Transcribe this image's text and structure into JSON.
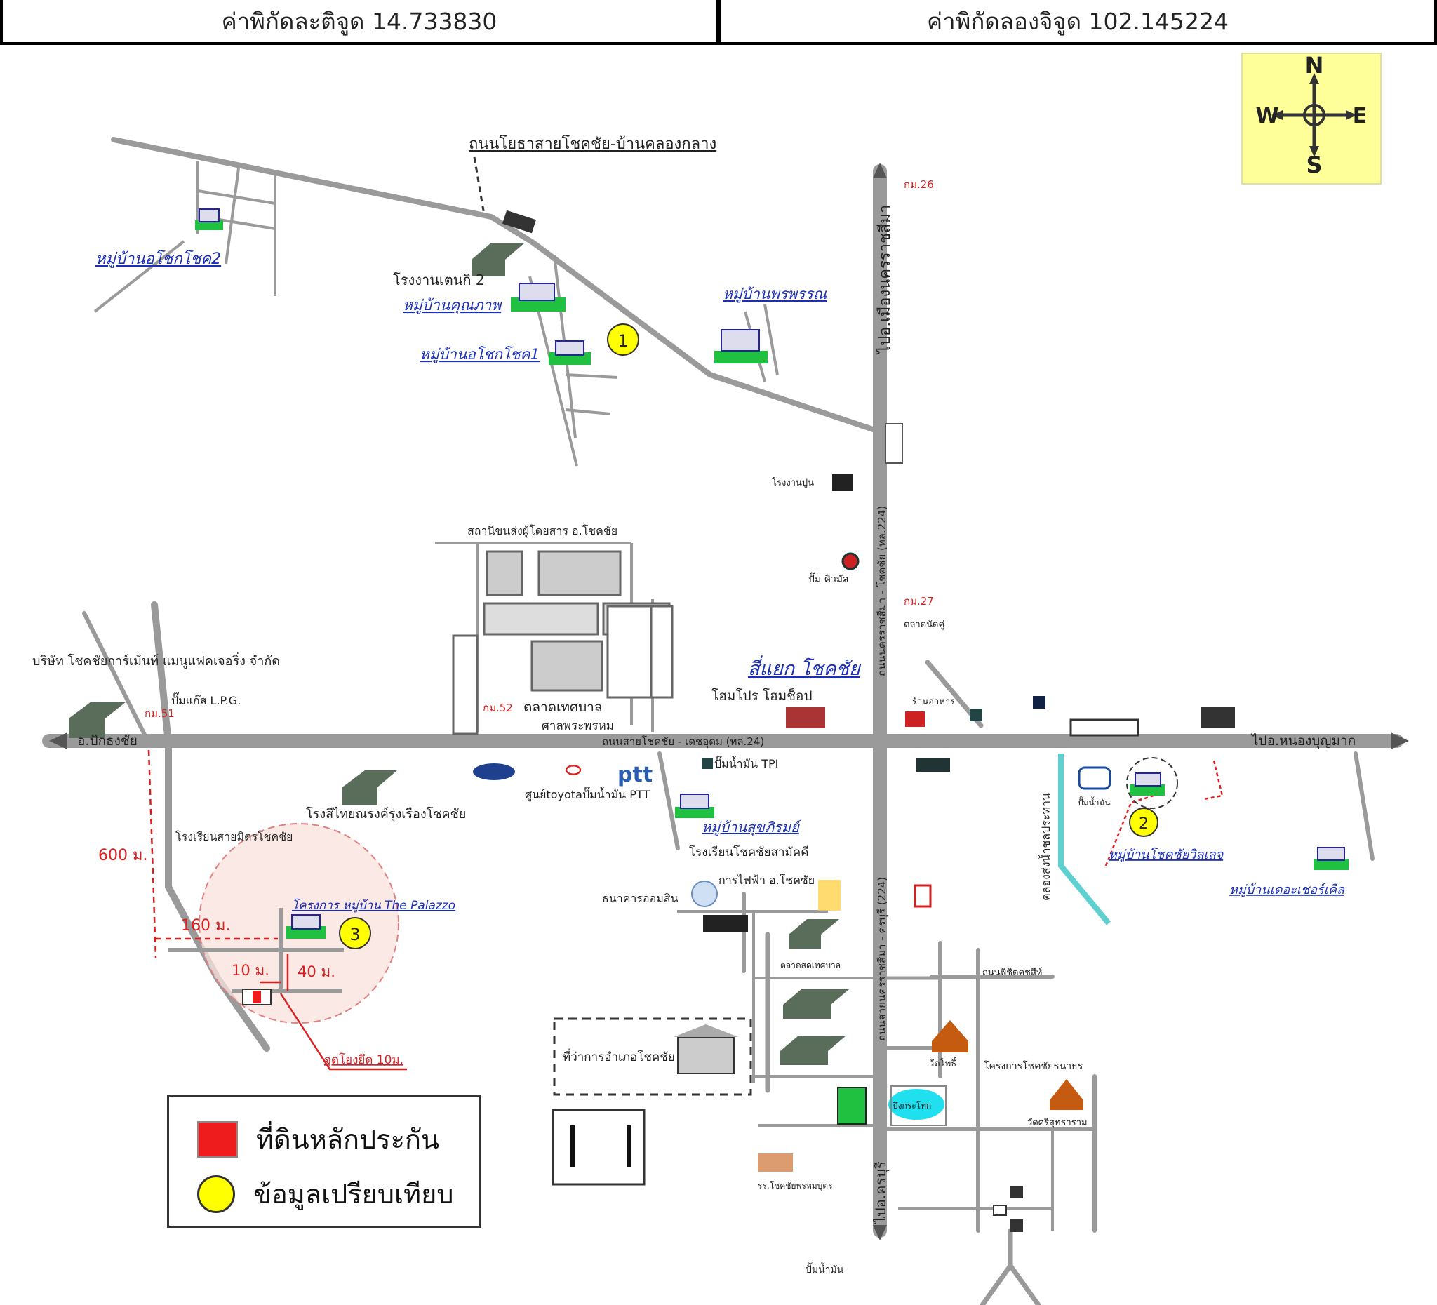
{
  "header": {
    "latitude": "ค่าพิกัดละติจูด 14.733830",
    "longitude": "ค่าพิกัดลองจิจูด 102.145224"
  },
  "compass": {
    "n": "N",
    "s": "S",
    "e": "E",
    "w": "W"
  },
  "roads": {
    "north_road": "ถนนโยธาสายโชคชัย-บ้านคลองกลาง",
    "to_nakhon": "ไปอ.เมืองนครราชสีมา",
    "to_pakthongchai": "อ.ปักธงชัย",
    "to_nongbun": "ไปอ.หนองบุญมาก",
    "to_khonburi": "ไปอ.ครบุรี",
    "highway24": "ถนนสายโชคชัย - เดชอุดม (ทล.24)",
    "highway224": "ถนนนครราชสีมา - โชคชัย (ทล.224)",
    "highway224b": "ถนนสายนครราชสีมา - ครบุรี (224)",
    "km26": "กม.26",
    "km27": "กม.27",
    "km51": "กม.51",
    "km52": "กม.52"
  },
  "places": {
    "village_chokchai2": "หมู่บ้านอโชกโชค2",
    "factory_tenkey2": "โรงงานเตนกิ 2",
    "village_khunaphap": "หมู่บ้านคุณภาพ",
    "village_chokchai1": "หมู่บ้านอโชกโชค1",
    "village_phonphan": "หมู่บ้านพรพรรณ",
    "bus_station": "สถานีขนส่งผู้โดยสาร อ.โชคชัย",
    "company": "บริษัท โชคชัยการ์เม้นท์ แมนูแฟคเจอริ่ง จำกัด",
    "gas_lpg": "ปั๊มแก๊ส L.P.G.",
    "market_municipal": "ตลาดเทศบาล",
    "shrine": "ศาลพระพรหม",
    "intersection": "สี่แยก โชคชัย",
    "homepro": "โฮมโปร โฮมช็อป",
    "toyota_center": "ศูนย์toyota",
    "ptt_station": "ปั๊มน้ำมัน PTT",
    "tpi_station": "ปั๊มน้ำมัน TPI",
    "school_mitr": "โรงเรียนสายมิตรโชคชัย",
    "rice_mill": "โรงสีไทยณรงค์รุ่งเรืองโชคชัย",
    "palazzo": "โครงการ หมู่บ้าน The Palazzo",
    "village_sukrom": "หมู่บ้านสุขภิรมย์",
    "school_chokchai": "โรงเรียนโชคชัยสามัคคี",
    "electricity": "การไฟฟ้า อ.โชคชัย",
    "bank": "ธนาคารออมสิน",
    "district_office": "ที่ว่าการอำเภอโชคชัย",
    "canal": "คลองส่งน้ำชลประทาน",
    "village_chokchaivilla": "หมู่บ้านโชคชัยวิลเลจ",
    "village_cherry": "หมู่บ้านเดอะเชอร์เคิล",
    "esso": "ปั๊มน้ำมัน",
    "temple_pho": "วัดโพธิ์",
    "temple_sutthi": "วัดศรีสุทธาราม",
    "hospital": "รร.โชคชัยพรหมบุตร",
    "pond": "บึงกระโทก",
    "market2": "ตลาดสดเทศบาล",
    "gas_station2": "ปั๊มน้ำมัน",
    "school_chokchaisanar": "โครงการโชคชัยธนาธร",
    "cement_factory": "โรงงานปูน",
    "gas_pump": "ปั๊ม คิวมัส",
    "market_new": "ตลาดนัดคู่",
    "gas_shop": "ร้านอาหาร",
    "road_ekka": "ถนนพิชิตคชสีห์"
  },
  "measurements": {
    "m600": "600 ม.",
    "m160": "160 ม.",
    "m10": "10 ม.",
    "m40": "40 ม.",
    "soi10": "จุดโยงยึด 10ม."
  },
  "markers": {
    "m1": "1",
    "m2": "2",
    "m3": "3"
  },
  "legend": {
    "collateral": "ที่ดินหลักประกัน",
    "comparison": "ข้อมูลเปรียบเทียบ"
  },
  "colors": {
    "road": "#9a9a9a",
    "marker": "#ffff00",
    "collateral": "#ee1c1c",
    "link": "#1a2fb8",
    "measure": "#d82020",
    "compass_bg": "#ffff99"
  }
}
